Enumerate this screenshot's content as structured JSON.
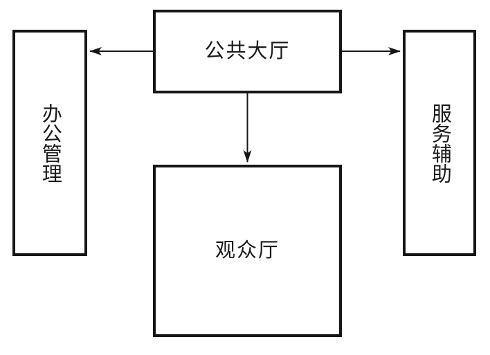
{
  "diagram": {
    "title": "building-function-bubble-diagram",
    "background_color": "#ffffff",
    "line_color": "#161616",
    "text_color": "#1a1a1a",
    "nodes": {
      "public_hall": {
        "label": "公共大厅",
        "position": "top-center",
        "text_direction": "horizontal"
      },
      "office_management": {
        "label": "办公管理",
        "position": "left",
        "text_direction": "vertical"
      },
      "service_support": {
        "label": "服务辅助",
        "position": "right",
        "text_direction": "vertical"
      },
      "auditorium": {
        "label": "观众厅",
        "position": "bottom-center",
        "text_direction": "horizontal"
      }
    },
    "edges": [
      {
        "from": "public_hall",
        "to": "office_management",
        "direction": "left",
        "style": "solid-arrow"
      },
      {
        "from": "public_hall",
        "to": "service_support",
        "direction": "right",
        "style": "solid-arrow"
      },
      {
        "from": "public_hall",
        "to": "auditorium",
        "direction": "down",
        "style": "solid-arrow"
      }
    ]
  }
}
